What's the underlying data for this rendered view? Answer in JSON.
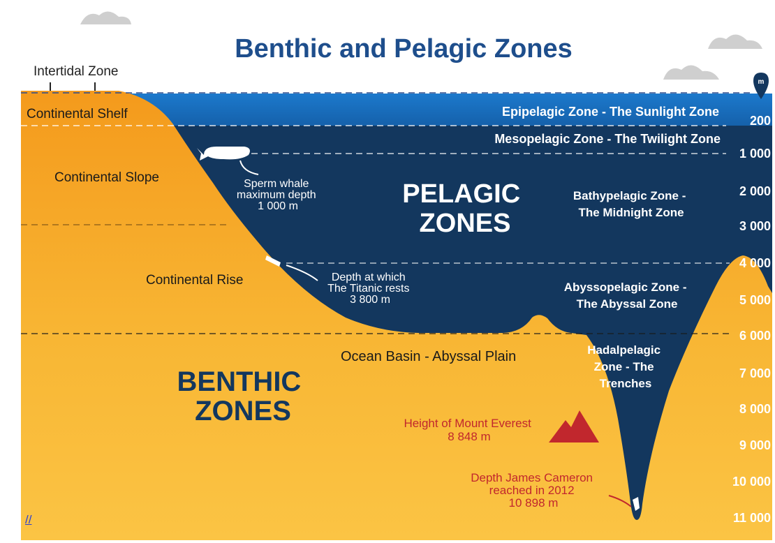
{
  "title": "Benthic and Pelagic Zones",
  "intertidal_label": "Intertidal Zone",
  "unit_marker": "m",
  "link_text": "//",
  "colors": {
    "navy": "#13375e",
    "surface_blue": "#1a6fc0",
    "orange": "#f6a21f",
    "title_blue": "#1e4e8c",
    "red": "#c1272d",
    "cloud": "#c9c9c9"
  },
  "benthic_zones": {
    "shelf": "Continental Shelf",
    "slope": "Continental Slope",
    "rise": "Continental Rise",
    "basin": "Ocean Basin - Abyssal Plain",
    "big_label": [
      "BENTHIC",
      "ZONES"
    ]
  },
  "pelagic_zones": {
    "big_label": [
      "PELAGIC",
      "ZONES"
    ],
    "epipelagic": "Epipelagic Zone - The Sunlight Zone",
    "mesopelagic": "Mesopelagic Zone - The Twilight Zone",
    "bathypelagic": [
      "Bathypelagic Zone -",
      "The Midnight Zone"
    ],
    "abyssopelagic": [
      "Abyssopelagic Zone -",
      "The Abyssal Zone"
    ],
    "hadalpelagic": [
      "Hadalpelagic",
      "Zone - The",
      "Trenches"
    ]
  },
  "annotations": {
    "sperm_whale": [
      "Sperm whale",
      "maximum depth",
      "1 000 m"
    ],
    "titanic": [
      "Depth at which",
      "The Titanic rests",
      "3 800 m"
    ],
    "everest": [
      "Height of Mount Everest",
      "8 848 m"
    ],
    "cameron": [
      "Depth James Cameron",
      "reached in 2012",
      "10 898 m"
    ]
  },
  "depth_scale": [
    "200",
    "1 000",
    "2 000",
    "3 000",
    "4 000",
    "5 000",
    "6 000",
    "7 000",
    "8 000",
    "9 000",
    "10 000",
    "11 000"
  ]
}
